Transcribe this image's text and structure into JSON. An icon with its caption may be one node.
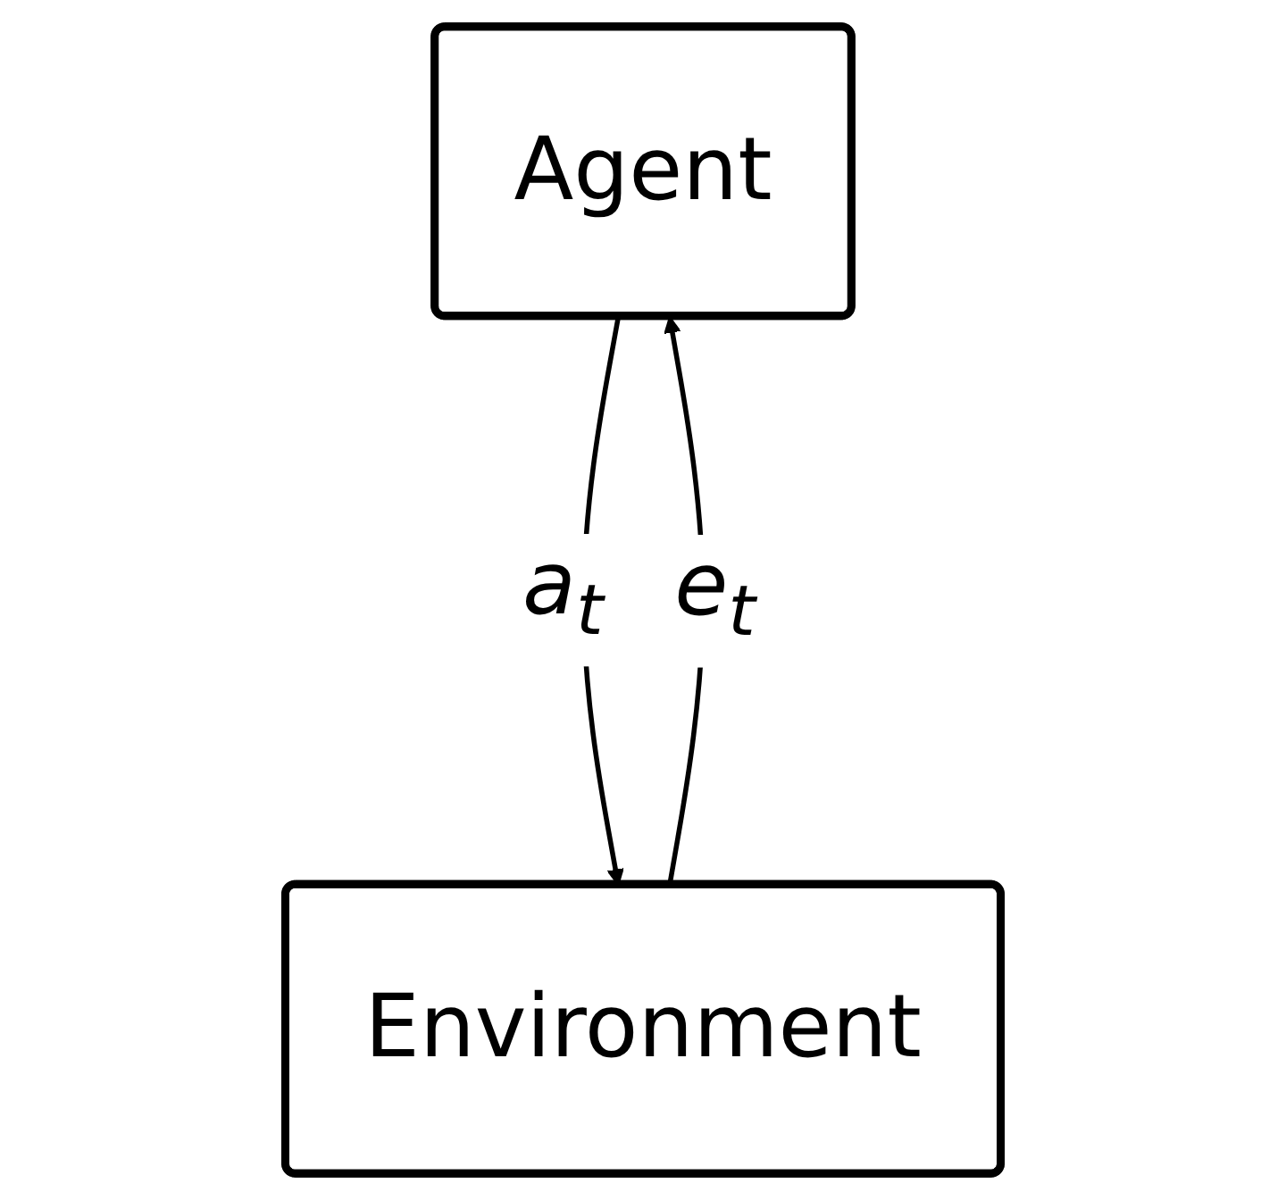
{
  "diagram": {
    "nodes": [
      {
        "text": [
          "Agent"
        ]
      },
      {
        "text": [
          "Environment"
        ]
      }
    ],
    "edges": [
      {
        "from": 0,
        "to": 1,
        "arrow": "to",
        "label": "a$_{t}$"
      },
      {
        "from": 1,
        "to": 0,
        "arrow": "to",
        "label": "e$_{t}$"
      }
    ]
  }
}
